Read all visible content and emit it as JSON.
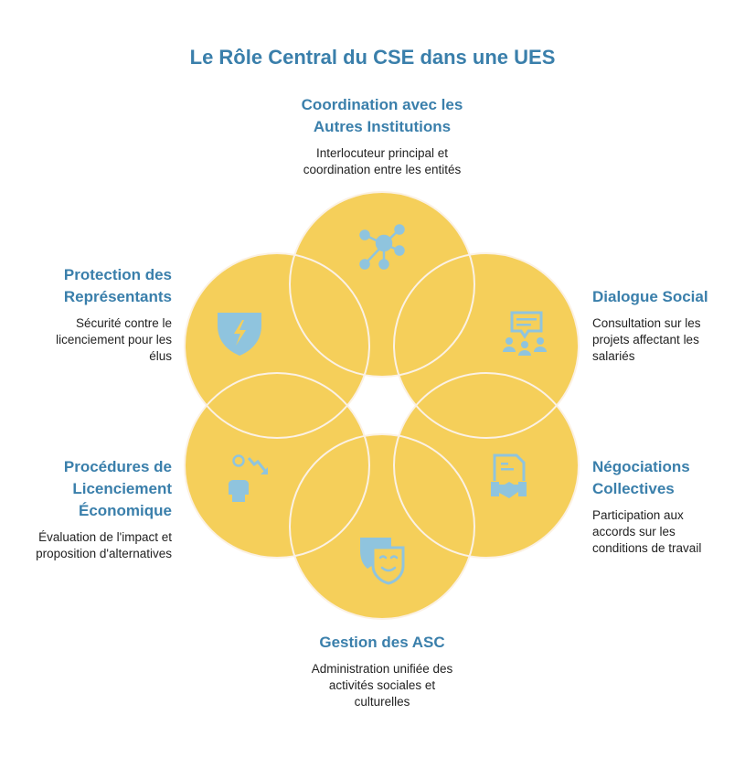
{
  "title": "Le Rôle Central du CSE dans une UES",
  "colors": {
    "petal": "#F5CF5A",
    "icon": "#8FC4DE",
    "heading": "#3A7FAB",
    "outline": "#FBF1E4"
  },
  "items": [
    {
      "heading": "Coordination avec les Autres Institutions",
      "description": "Interlocuteur principal et coordination entre les entités",
      "icon": "network-hub-icon"
    },
    {
      "heading": "Dialogue Social",
      "description": "Consultation sur les projets affectant les salariés",
      "icon": "group-discussion-icon"
    },
    {
      "heading": "Négociations Collectives",
      "description": "Participation aux accords sur les conditions de travail",
      "icon": "handshake-agreement-icon"
    },
    {
      "heading": "Gestion des ASC",
      "description": "Administration unifiée des activités sociales et culturelles",
      "icon": "theater-masks-icon"
    },
    {
      "heading": "Procédures de Licenciement Économique",
      "description": "Évaluation de l'impact et proposition d'alternatives",
      "icon": "employee-decline-icon"
    },
    {
      "heading": "Protection des Représentants",
      "description": "Sécurité contre le licenciement pour les élus",
      "icon": "shield-lightning-icon"
    }
  ]
}
